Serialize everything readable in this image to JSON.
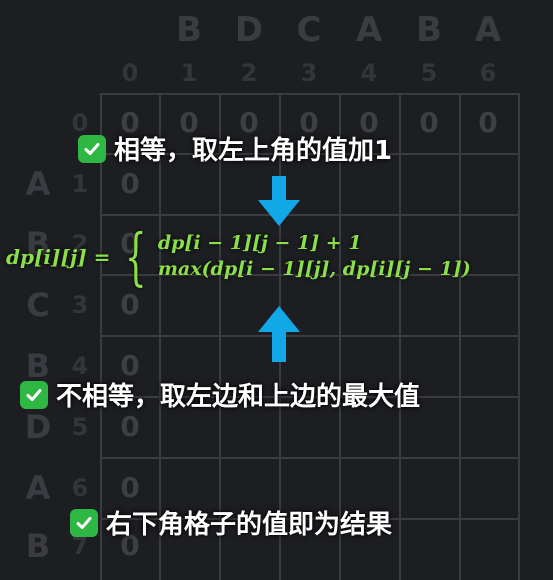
{
  "grid": {
    "column_letters": [
      "B",
      "D",
      "C",
      "A",
      "B",
      "A"
    ],
    "column_indices": [
      "0",
      "1",
      "2",
      "3",
      "4",
      "5",
      "6"
    ],
    "row_letters": [
      "A",
      "B",
      "C",
      "B",
      "D",
      "A",
      "B"
    ],
    "row_indices": [
      "0",
      "1",
      "2",
      "3",
      "4",
      "5",
      "6",
      "7"
    ],
    "cell_value": "0"
  },
  "callouts": {
    "equal": "相等，取左上角的值加1",
    "not_equal": "不相等，取左边和上边的最大值",
    "result": "右下角格子的值即为结果"
  },
  "formula": {
    "lhs": "dp[i][j] =",
    "case_equal": "dp[i − 1][j − 1] + 1",
    "case_not_equal": "max(dp[i − 1][j], dp[i][j − 1])"
  },
  "colors": {
    "background": "#1d1e22",
    "grid_text": "#3a3c42",
    "check_badge": "#2eb843",
    "arrow": "#12a8e8",
    "formula": "#8be04a",
    "callout_text": "#ffffff"
  },
  "icons": {
    "check": "white-check-mark-icon",
    "arrow": "arrow-icon"
  }
}
